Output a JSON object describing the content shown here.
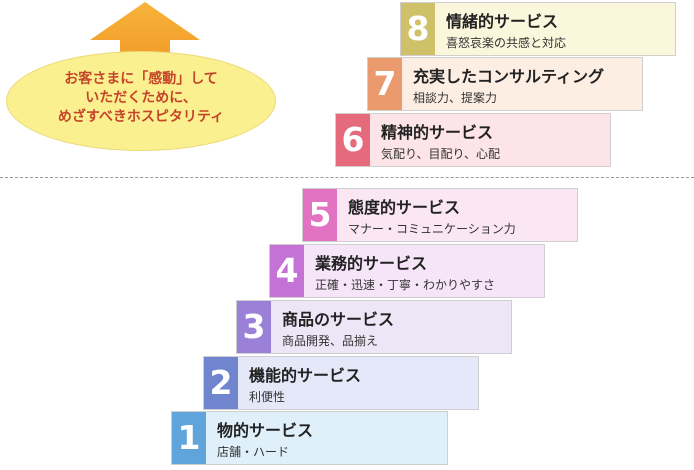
{
  "callout": {
    "line1": "お客さまに「感動」して",
    "line2": "いただくために、",
    "line3": "めざすべきホスピタリティ"
  },
  "steps": [
    {
      "number": "1",
      "title": "物的サービス",
      "subtitle": "店舗・ハード"
    },
    {
      "number": "2",
      "title": "機能的サービス",
      "subtitle": "利便性"
    },
    {
      "number": "3",
      "title": "商品のサービス",
      "subtitle": "商品開発、品揃え"
    },
    {
      "number": "4",
      "title": "業務的サービス",
      "subtitle": "正確・迅速・丁寧・わかりやすさ"
    },
    {
      "number": "5",
      "title": "態度的サービス",
      "subtitle": "マナー・コミュニケーション力"
    },
    {
      "number": "6",
      "title": "精神的サービス",
      "subtitle": "気配り、目配り、心配"
    },
    {
      "number": "7",
      "title": "充実したコンサルティング",
      "subtitle": "相談力、提案力"
    },
    {
      "number": "8",
      "title": "情緒的サービス",
      "subtitle": "喜怒哀楽の共感と対応"
    }
  ],
  "colors": {
    "step1": {
      "num": "#5fa5dc",
      "bg": "#dff0fb"
    },
    "step2": {
      "num": "#6f86cf",
      "bg": "#e4e8f8"
    },
    "step3": {
      "num": "#9a80d6",
      "bg": "#ece6f7"
    },
    "step4": {
      "num": "#c572d6",
      "bg": "#f6e4f8"
    },
    "step5": {
      "num": "#e273c2",
      "bg": "#fbe6f4"
    },
    "step6": {
      "num": "#e46a7c",
      "bg": "#fce4e8"
    },
    "step7": {
      "num": "#ea9a6c",
      "bg": "#fdeee4"
    },
    "step8": {
      "num": "#cfc06a",
      "bg": "#fbf7dc"
    },
    "arrow": "#f4a12a",
    "callout_text": "#c4452a",
    "ellipse": "#fbf08f"
  }
}
